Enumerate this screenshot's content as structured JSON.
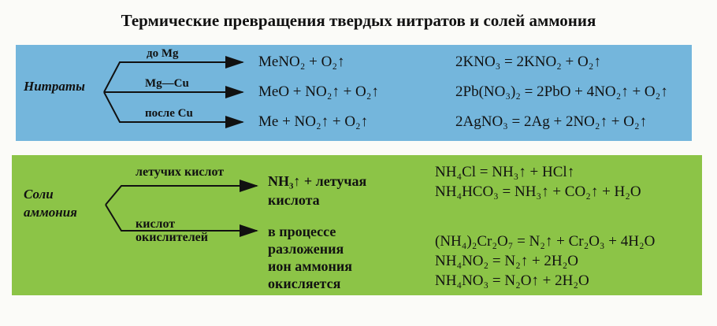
{
  "title": "Термические превращения твердых нитратов и солей аммония",
  "nitrates": {
    "label": "Нитраты",
    "branches": [
      {
        "condition": "до Mg",
        "product": "MeNO₂ + O₂↑",
        "example": "2KNO₃ = 2KNO₂ + O₂↑"
      },
      {
        "condition": "Mg—Cu",
        "product": "MeO + NO₂↑ + O₂↑",
        "example": "2Pb(NO₃)₂ = 2PbO + 4NO₂↑ + O₂↑"
      },
      {
        "condition": "после Cu",
        "product": "Me + NO₂↑ + O₂↑",
        "example": "2AgNO₃ = 2Ag + 2NO₂↑ + O₂↑"
      }
    ]
  },
  "ammonium": {
    "label_line1": "Соли",
    "label_line2": "аммония",
    "branch1": {
      "condition": "летучих кислот",
      "product_line1": "NH₃↑ + летучая",
      "product_line2": "кислота",
      "examples": [
        "NH₄Cl = NH₃↑ + HCl↑",
        "NH₄HCO₃ = NH₃↑ + CO₂↑ + H₂O"
      ]
    },
    "branch2": {
      "condition_line1": "кислот",
      "condition_line2": "окислителей",
      "product_lines": [
        "в процессе",
        "разложения",
        "ион аммония",
        "окисляется"
      ],
      "examples": [
        "(NH₄)₂Cr₂O₇ = N₂↑ + Cr₂O₃ + 4H₂O",
        "NH₄NO₂ = N₂↑ + 2H₂O",
        "NH₄NO₃ = N₂O↑ + 2H₂O"
      ]
    }
  }
}
